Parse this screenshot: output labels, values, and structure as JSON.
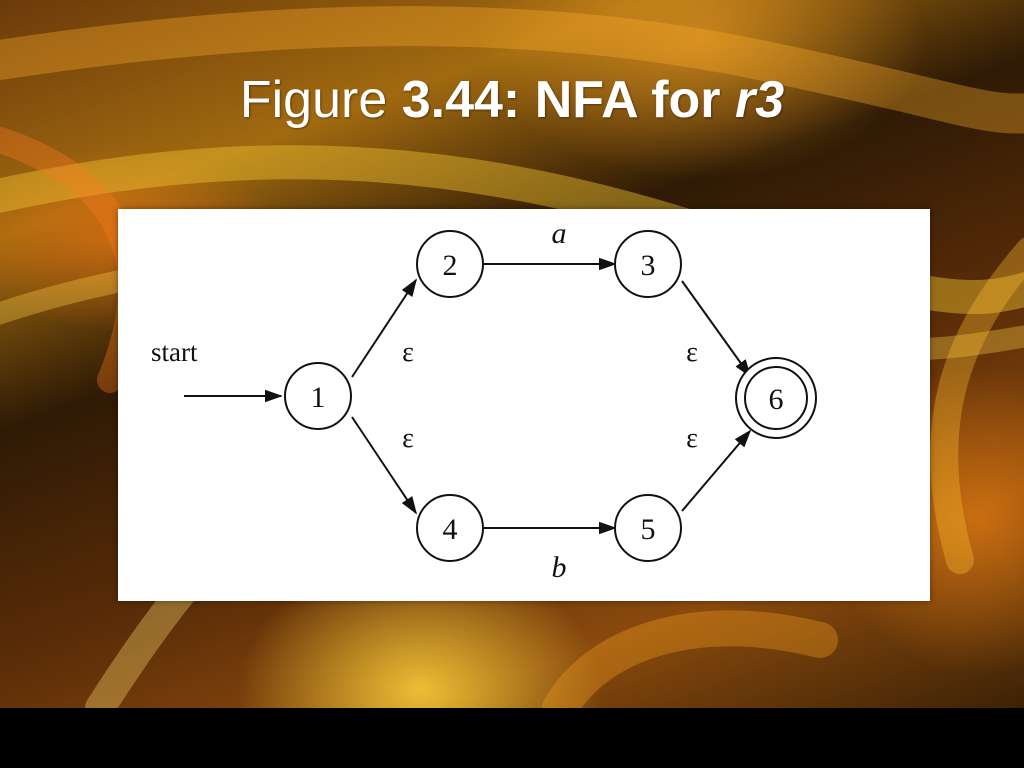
{
  "title": {
    "word": "Figure",
    "number": "3.44: NFA for",
    "regex": "r3"
  },
  "diagram": {
    "start_label": "start",
    "states": [
      {
        "id": "1",
        "accepting": false
      },
      {
        "id": "2",
        "accepting": false
      },
      {
        "id": "3",
        "accepting": false
      },
      {
        "id": "4",
        "accepting": false
      },
      {
        "id": "5",
        "accepting": false
      },
      {
        "id": "6",
        "accepting": true
      }
    ],
    "transitions": [
      {
        "from": "1",
        "to": "2",
        "label": "ε"
      },
      {
        "from": "1",
        "to": "4",
        "label": "ε"
      },
      {
        "from": "2",
        "to": "3",
        "label": "a"
      },
      {
        "from": "4",
        "to": "5",
        "label": "b"
      },
      {
        "from": "3",
        "to": "6",
        "label": "ε"
      },
      {
        "from": "5",
        "to": "6",
        "label": "ε"
      }
    ]
  }
}
